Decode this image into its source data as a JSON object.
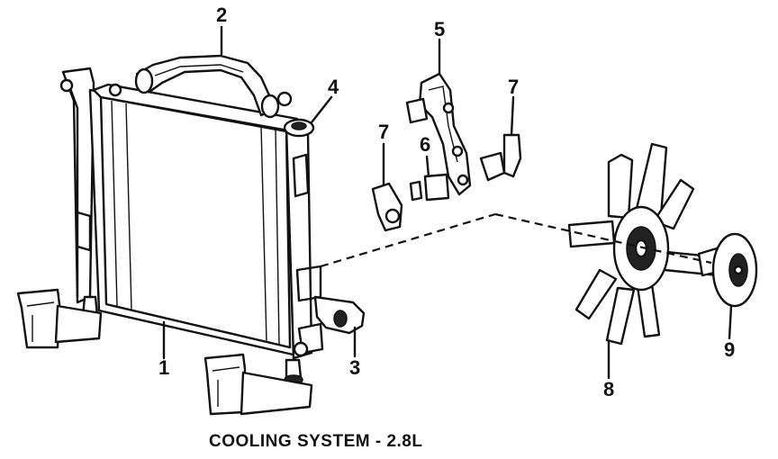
{
  "caption": "COOLING SYSTEM - 2.8L",
  "callouts": [
    {
      "id": "1",
      "label": "1"
    },
    {
      "id": "2",
      "label": "2"
    },
    {
      "id": "3",
      "label": "3"
    },
    {
      "id": "4",
      "label": "4"
    },
    {
      "id": "5",
      "label": "5"
    },
    {
      "id": "6",
      "label": "6"
    },
    {
      "id": "7a",
      "label": "7"
    },
    {
      "id": "7b",
      "label": "7"
    },
    {
      "id": "8",
      "label": "8"
    },
    {
      "id": "9",
      "label": "9"
    }
  ]
}
